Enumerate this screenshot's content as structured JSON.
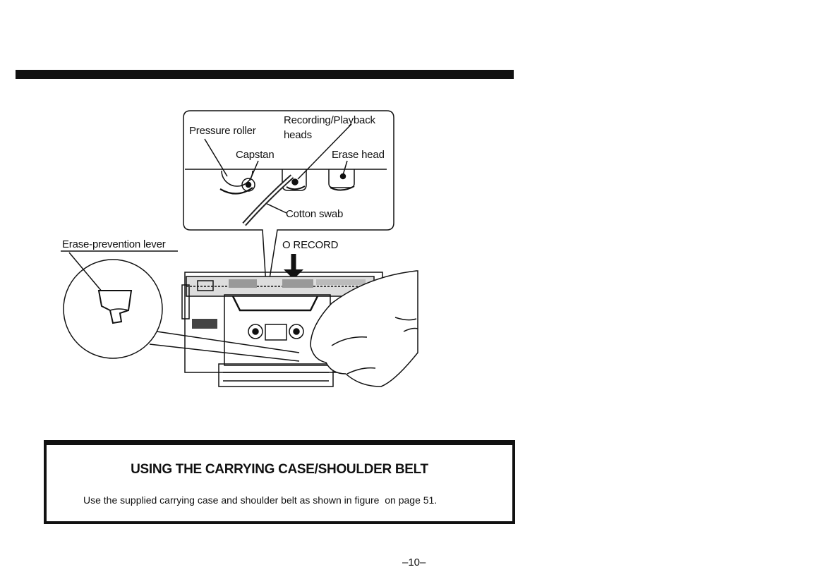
{
  "figure": {
    "labels": {
      "pressure_roller": "Pressure roller",
      "rec_play_heads_line1": "Recording/Playback",
      "rec_play_heads_line2": "heads",
      "capstan": "Capstan",
      "erase_head": "Erase head",
      "cotton_swab": "Cotton swab",
      "erase_prevention_lever": "Erase-prevention lever",
      "record": "O RECORD"
    }
  },
  "section": {
    "title": "USING THE CARRYING CASE/SHOULDER BELT",
    "body": "Use the supplied carrying case and shoulder belt as shown in figure  on page 51."
  },
  "page_number": "–10–"
}
